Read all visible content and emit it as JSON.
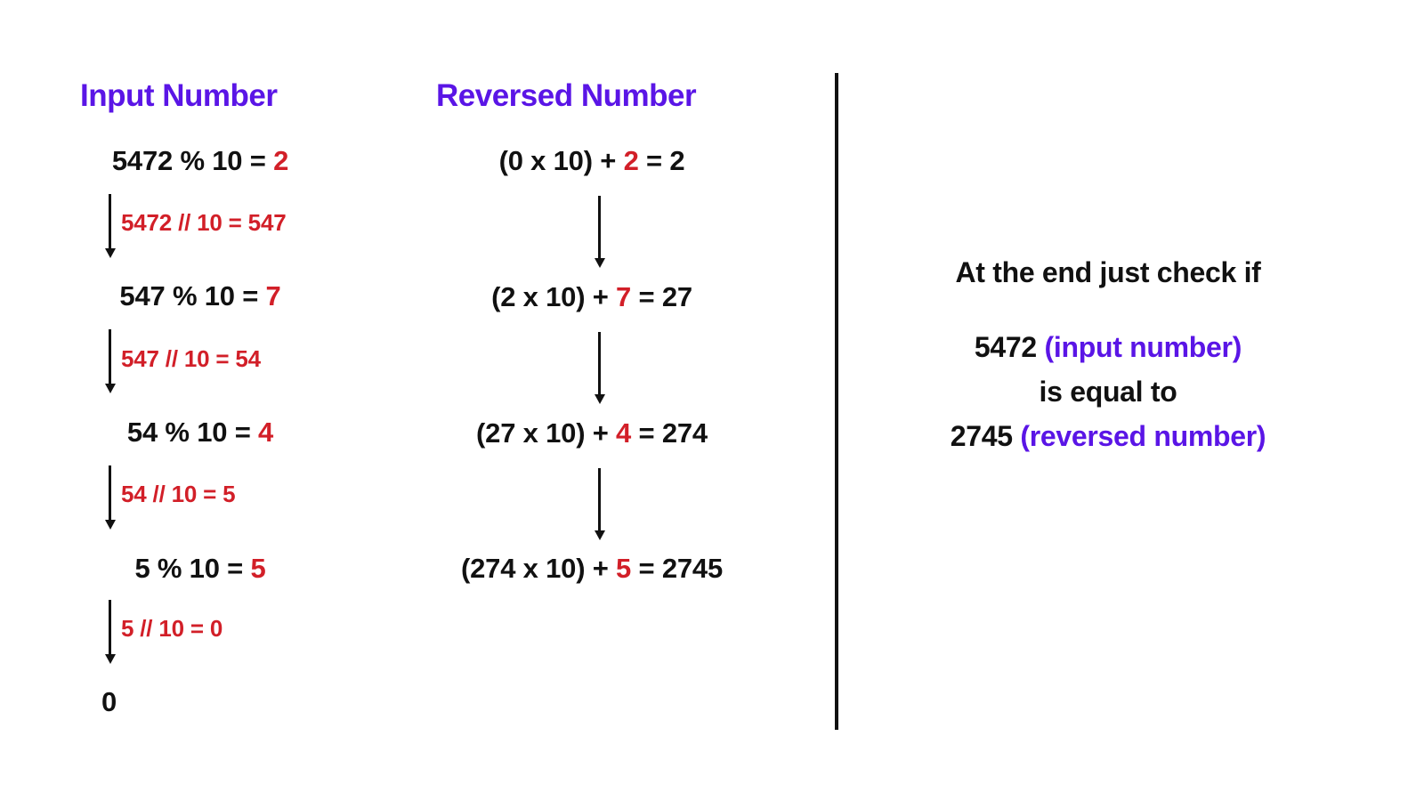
{
  "colors": {
    "purple": "#5a15e6",
    "red": "#d21f28",
    "black": "#111111",
    "background": "#ffffff"
  },
  "headers": {
    "input_column": "Input Number",
    "reversed_column": "Reversed Number"
  },
  "input_column": {
    "steps": [
      {
        "expr": "5472 % 10 = ",
        "result": "2"
      },
      {
        "expr": "547 % 10 = ",
        "result": "7"
      },
      {
        "expr": "54 % 10 = ",
        "result": "4"
      },
      {
        "expr": "5 % 10 = ",
        "result": "5"
      }
    ],
    "notes": [
      "5472 // 10 = 547",
      "547 // 10 = 54",
      "54 // 10 = 5",
      "5 // 10 = 0"
    ],
    "terminal": "0"
  },
  "reversed_column": {
    "steps": [
      {
        "prefix": "(0 x 10) + ",
        "digit": "2",
        "suffix": " =  2"
      },
      {
        "prefix": "(2 x 10) + ",
        "digit": "7",
        "suffix": " =  27"
      },
      {
        "prefix": "(27 x 10) + ",
        "digit": "4",
        "suffix": " =  274"
      },
      {
        "prefix": "(274 x 10) + ",
        "digit": "5",
        "suffix": " =  2745"
      }
    ]
  },
  "conclusion": {
    "heading": "At the end just check if",
    "input_value": "5472 ",
    "input_label": "(input number)",
    "middle": "is equal to",
    "reversed_value": "2745 ",
    "reversed_label": "(reversed number)"
  }
}
